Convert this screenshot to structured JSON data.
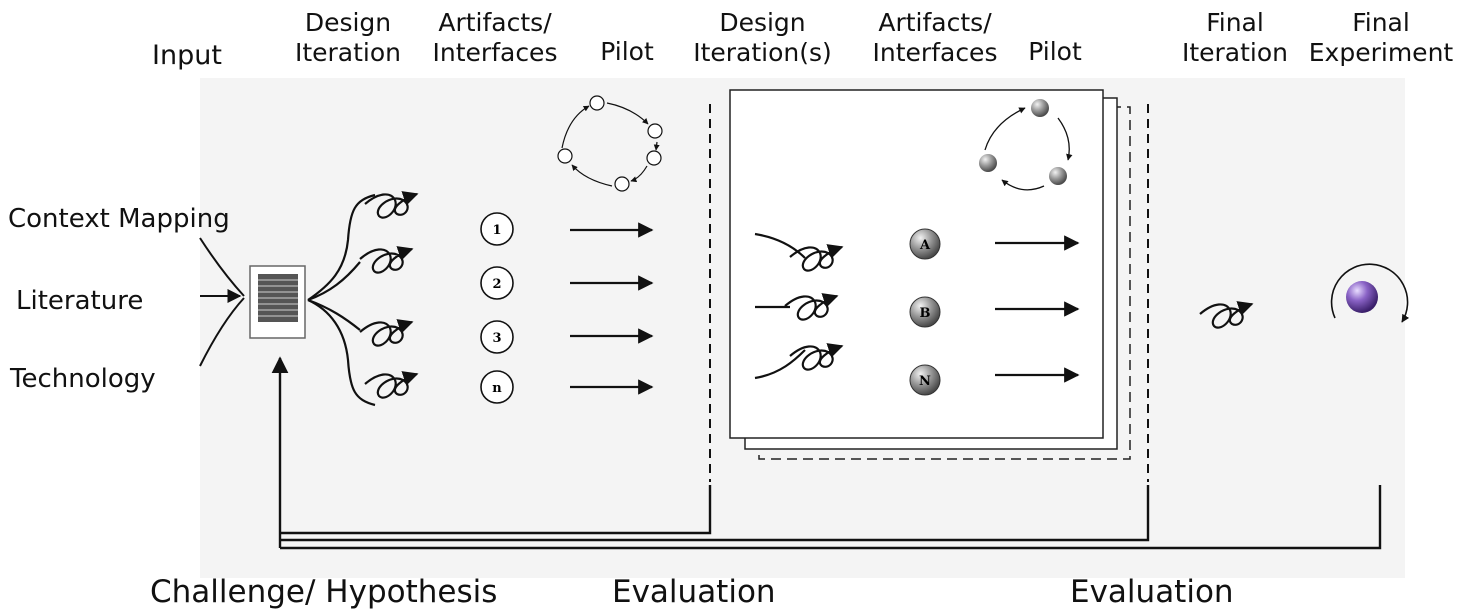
{
  "headers": {
    "input": "Input",
    "design_iteration_1": [
      "Design",
      "Iteration"
    ],
    "artifacts_1": [
      "Artifacts/",
      "Interfaces"
    ],
    "pilot_1": "Pilot",
    "design_iteration_2": [
      "Design",
      "Iteration(s)"
    ],
    "artifacts_2": [
      "Artifacts/",
      "Interfaces"
    ],
    "pilot_2": "Pilot",
    "final_iteration": [
      "Final",
      "Iteration"
    ],
    "final_experiment": [
      "Final",
      "Experiment"
    ]
  },
  "inputs": [
    "Context Mapping",
    "Literature",
    "Technology"
  ],
  "artifacts_stage1": [
    "1",
    "2",
    "3",
    "n"
  ],
  "artifacts_stage2": [
    "A",
    "B",
    "N"
  ],
  "bottom": {
    "challenge": "Challenge/ Hypothesis",
    "evaluation_1": "Evaluation",
    "evaluation_2": "Evaluation"
  },
  "colors": {
    "panel_bg": "#f4f4f4",
    "line": "#111111",
    "sphere_gray": "#8a8a8a",
    "sphere_purple": "#8a63c6"
  }
}
